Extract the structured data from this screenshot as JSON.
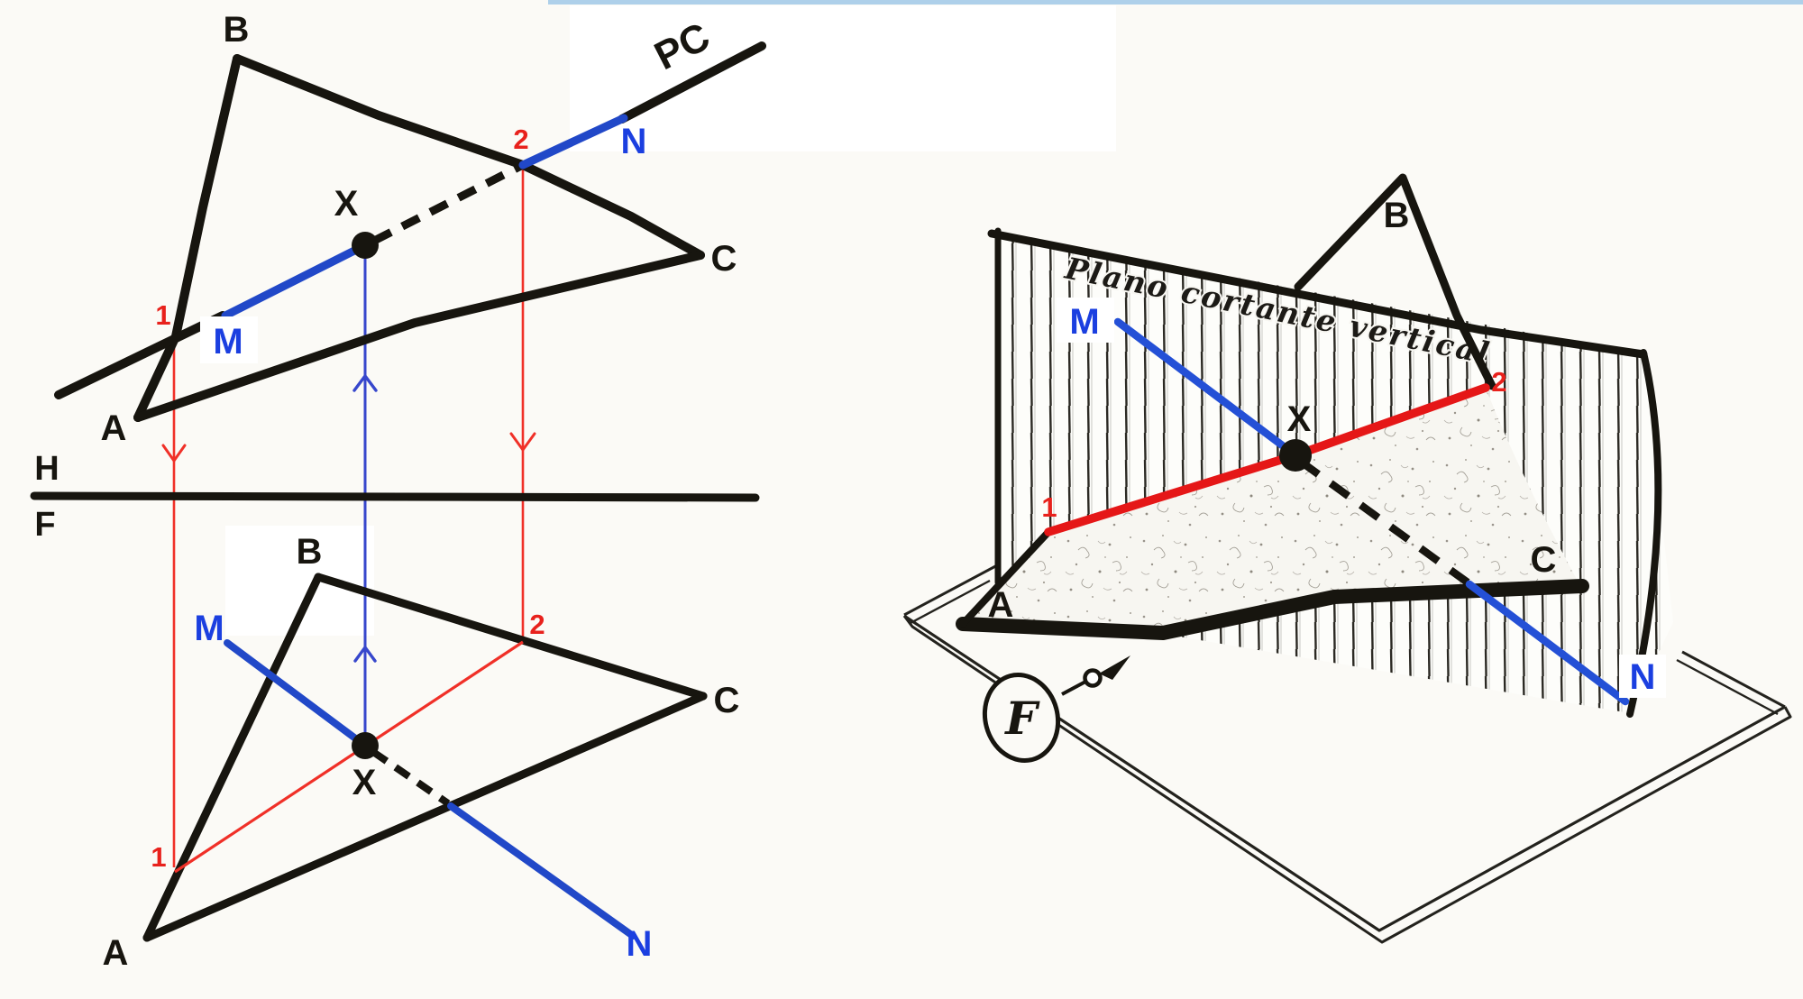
{
  "top_view": {
    "vertex_b": "B",
    "vertex_a": "A",
    "vertex_c": "C",
    "line_pc_label": "PC",
    "point_1": "1",
    "point_2": "2",
    "point_m": "M",
    "point_n": "N",
    "point_x": "X"
  },
  "fold_line": {
    "top_label": "H",
    "bottom_label": "F"
  },
  "front_view": {
    "vertex_b": "B",
    "vertex_a": "A",
    "vertex_c": "C",
    "point_1": "1",
    "point_2": "2",
    "point_m": "M",
    "point_n": "N",
    "point_x": "X"
  },
  "pictorial": {
    "caption": "Plano cortante vertical",
    "vertex_b": "B",
    "vertex_a": "A",
    "vertex_c": "C",
    "point_1": "1",
    "point_2": "2",
    "point_m": "M",
    "point_n": "N",
    "point_x": "X",
    "frontal_label": "F"
  },
  "colors": {
    "ink": "#17150f",
    "line_blue": "#2148c8",
    "label_blue": "#1b3fe0",
    "line_red": "#e8281e",
    "thick_red": "#e51717",
    "paper": "#fbfaf6",
    "top_strip": "#aed0ea"
  }
}
